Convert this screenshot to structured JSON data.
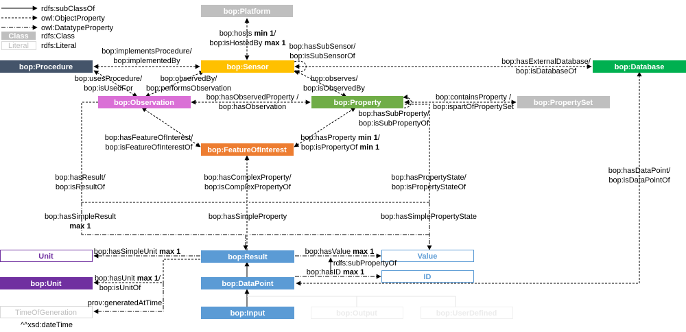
{
  "legend": {
    "subclass": "rdfs:subClassOf",
    "objprop": "owl:ObjectProperty",
    "dataprop": "owl:DatatypeProperty",
    "class_box": "Class",
    "class_text": "rdfs:Class",
    "literal_box": "Literal",
    "literal_text": "rdfs:Literal"
  },
  "colors": {
    "platform": "#BFBFBF",
    "sensor": "#FFC000",
    "procedure": "#44546A",
    "database": "#00B050",
    "observation": "#DA70D6",
    "property": "#70AD47",
    "property_set": "#BFBFBF",
    "feature": "#ED7D31",
    "result": "#5B9BD5",
    "unit_class": "#7030A0",
    "literal_unit": "#7030A0",
    "literal_blue": "#5B9BD5",
    "literal_gray": "#D9D9D9",
    "edge": "#000000"
  },
  "nodes": {
    "platform": "bop:Platform",
    "sensor": "bop:Sensor",
    "procedure": "bop:Procedure",
    "database": "bop:Database",
    "observation": "bop:Observation",
    "property": "bop:Property",
    "property_set": "bop:PropertySet",
    "feature": "bop:FeatureOfInterest",
    "unit_literal": "Unit",
    "unit_class": "bop:Unit",
    "time_literal": "TimeOfGeneration",
    "result": "bop:Result",
    "datapoint": "bop:DataPoint",
    "input": "bop:Input",
    "output": "bop:Output",
    "userdefined": "bop:UserDefined",
    "value": "Value",
    "id": "ID"
  },
  "labels": {
    "hosts_a": "bop:hosts ",
    "hosts_b": "min 1",
    "hosts_c": "/",
    "hosted_a": "bop:isHostedBy ",
    "hosted_b": "max 1",
    "implements_1": "bop:implementsProcedure/",
    "implements_2": "bop:implementedBy",
    "subsensor_1": "bop:hasSubSensor/",
    "subsensor_2": "bop:isSubSensorOf",
    "extdb_1": "bop:hasExternalDatabase/",
    "extdb_2": "bop:isDatabaseOf",
    "usesproc_1": "bop:usesProcedure/",
    "usesproc_2": "bop:isUsedFor",
    "observedby_1": "bop:observedBy/",
    "observedby_2": "bop:performsObservation",
    "observes_1": "bop:observes/",
    "observes_2": "bop:isObservedBy",
    "observedprop_1": "bop:hasObservedProperty /",
    "observedprop_2": "bop:hasObservation",
    "containsprop_1": "bop:containsProperty /",
    "containsprop_2": "bop:ispartOfPropertySet",
    "subprop_1": "bop:hasSubProperty/",
    "subprop_2": "bop:isSubPropertyOf",
    "feature_1": "bop:hasFeatureOfInterest/",
    "feature_2": "bop:isFeatureOfInterestOf",
    "hasprop_1a": "bop:hasProperty ",
    "hasprop_1b": "min 1",
    "hasprop_1c": "/",
    "hasprop_2a": "bop:isPropertyOf ",
    "hasprop_2b": "min 1",
    "hasresult_1": "bop:hasResult/",
    "hasresult_2": "bop:isResultOf",
    "complexprop_1": "bop:hasComplexProperty/",
    "complexprop_2": "bop:isComplexPropertyOf",
    "propstate_1": "bop:hasPropertyState/",
    "propstate_2": "bop:isPropertyStateOf",
    "datapoint_1": "bop:hasDataPoint/",
    "datapoint_2": "bop:isDataPointOf",
    "simpleresult_1": "bop:hasSimpleResult",
    "simpleresult_2": "max 1",
    "simpleprop": "bop:hasSimpleProperty",
    "simplepropstate": "bop:hasSimplePropertyState",
    "simpleunit_a": "bop:hasSimpleUnit ",
    "simpleunit_b": "max 1",
    "hasvalue_a": "bop:hasValue ",
    "hasvalue_b": "max 1",
    "subpropof": "rdfs:subPropertyOf",
    "hasid_a": "bop:hasID ",
    "hasid_b": "max 1",
    "hasunit_a": "bop:hasUnit ",
    "hasunit_b": "max 1",
    "hasunit_c": "/",
    "isunitof": "bop:isUnitOf",
    "generated": "prov:generatedAtTime",
    "datetime": "^^xsd:dateTime"
  }
}
